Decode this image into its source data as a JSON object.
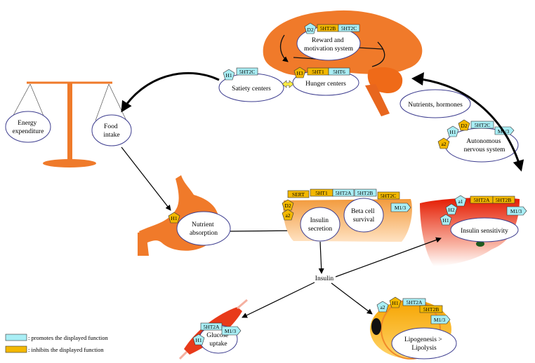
{
  "colors": {
    "promotes": "#a9eef5",
    "inhibits": "#f3b800",
    "organ": "#f07a2a",
    "organ_dark": "#e25a10",
    "outline": "#3d3d8f"
  },
  "nodes": {
    "reward": [
      "Reward and",
      "motivation system"
    ],
    "hunger": "Hunger centers",
    "satiety": "Satiety centers",
    "energy": [
      "Energy",
      "expenditure"
    ],
    "food": [
      "Food",
      "intake"
    ],
    "nutrients": "Nutrients, hormones",
    "ans": [
      "Autonomous",
      "nervous system"
    ],
    "nutrient_abs": [
      "Nutrient",
      "absorption"
    ],
    "insulin_sec": [
      "Insulin",
      "secretion"
    ],
    "beta": [
      "Beta cell",
      "survival"
    ],
    "insulin_sens": "Insulin sensitivity",
    "insulin": "Insulin",
    "glucose": [
      "Glucose",
      "uptake"
    ],
    "lipo": [
      "Lipogenesis >",
      "Lipolysis"
    ]
  },
  "receptors": {
    "brain_d2": "D2",
    "brain_5ht2b": "5HT2B",
    "brain_5ht2c": "5HT2C",
    "hunger_h3": "H3",
    "hunger_5ht1": "5HT1",
    "hunger_5ht6": "5HT6",
    "satiety_h1": "H1",
    "satiety_5ht2c": "5HT2C",
    "ans_d2": "D2",
    "ans_h1": "H1",
    "ans_5ht2c": "5HT2C",
    "ans_m13": "M1/3",
    "ans_a2": "a2",
    "gut_h1": "H1",
    "pan_sert": "SERT",
    "pan_5ht1": "5HT1",
    "pan_5ht2a": "5HT2A",
    "pan_5ht2b": "5HT2B",
    "pan_5ht2c": "5HT2C",
    "pan_m13": "M1/3",
    "pan_d2": "D2",
    "pan_a2": "a2",
    "liver_a1": "a1",
    "liver_5ht2a": "5HT2A",
    "liver_5ht2b": "5HT2B",
    "liver_h2": "H2",
    "liver_m13": "M1/3",
    "liver_h1": "H1",
    "muscle_5ht2a": "5HT2A",
    "muscle_m13": "M1/3",
    "muscle_h1": "H1",
    "adipo_a2": "a2",
    "adipo_h1": "H1",
    "adipo_5ht2a": "5HT2A",
    "adipo_5ht2b": "5HT2B",
    "adipo_m13": "M1/3"
  },
  "legend": {
    "promotes": ": promotes the displayed function",
    "inhibits": ": inhibits the displayed function"
  }
}
